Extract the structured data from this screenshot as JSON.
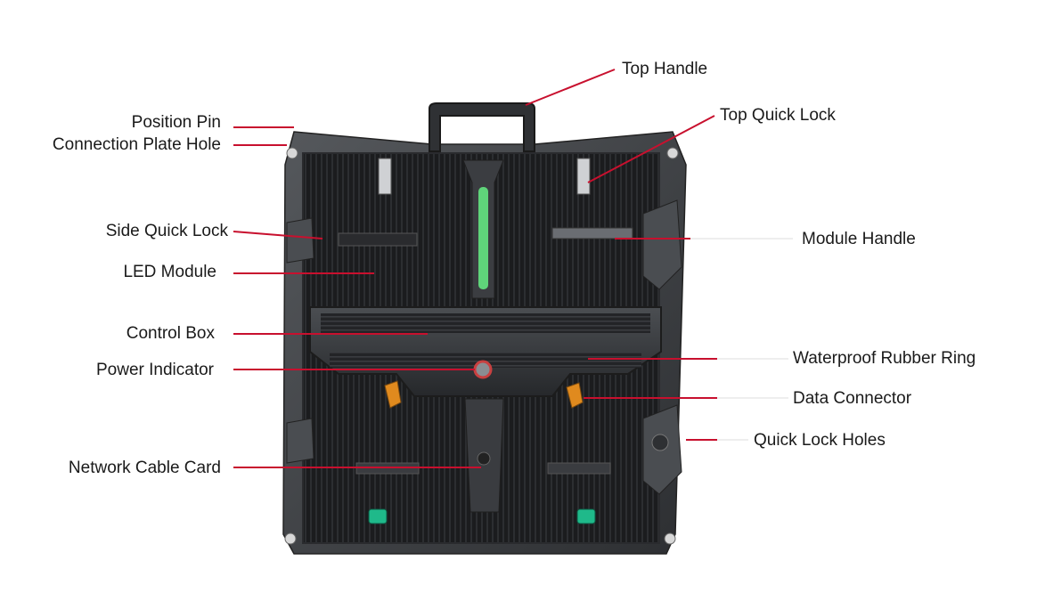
{
  "diagram": {
    "labels": {
      "top_handle": "Top Handle",
      "top_quick_lock": "Top Quick Lock",
      "position_pin": "Position Pin",
      "connection_plate_hole": "Connection Plate Hole",
      "side_quick_lock": "Side Quick Lock",
      "module_handle": "Module Handle",
      "led_module": "LED Module",
      "control_box": "Control Box",
      "waterproof_rubber_ring": "Waterproof Rubber Ring",
      "power_indicator": "Power Indicator",
      "data_connector": "Data Connector",
      "quick_lock_holes": "Quick Lock Holes",
      "network_cable_card": "Network Cable Card"
    },
    "colors": {
      "leader_line": "#c8102e",
      "cabinet_frame": "#3a3c3f",
      "cabinet_panel": "#1c1d1f",
      "handle_accent": "#5fd47a",
      "connector_orange": "#e08a1e",
      "lock_green": "#1fb98a"
    }
  }
}
